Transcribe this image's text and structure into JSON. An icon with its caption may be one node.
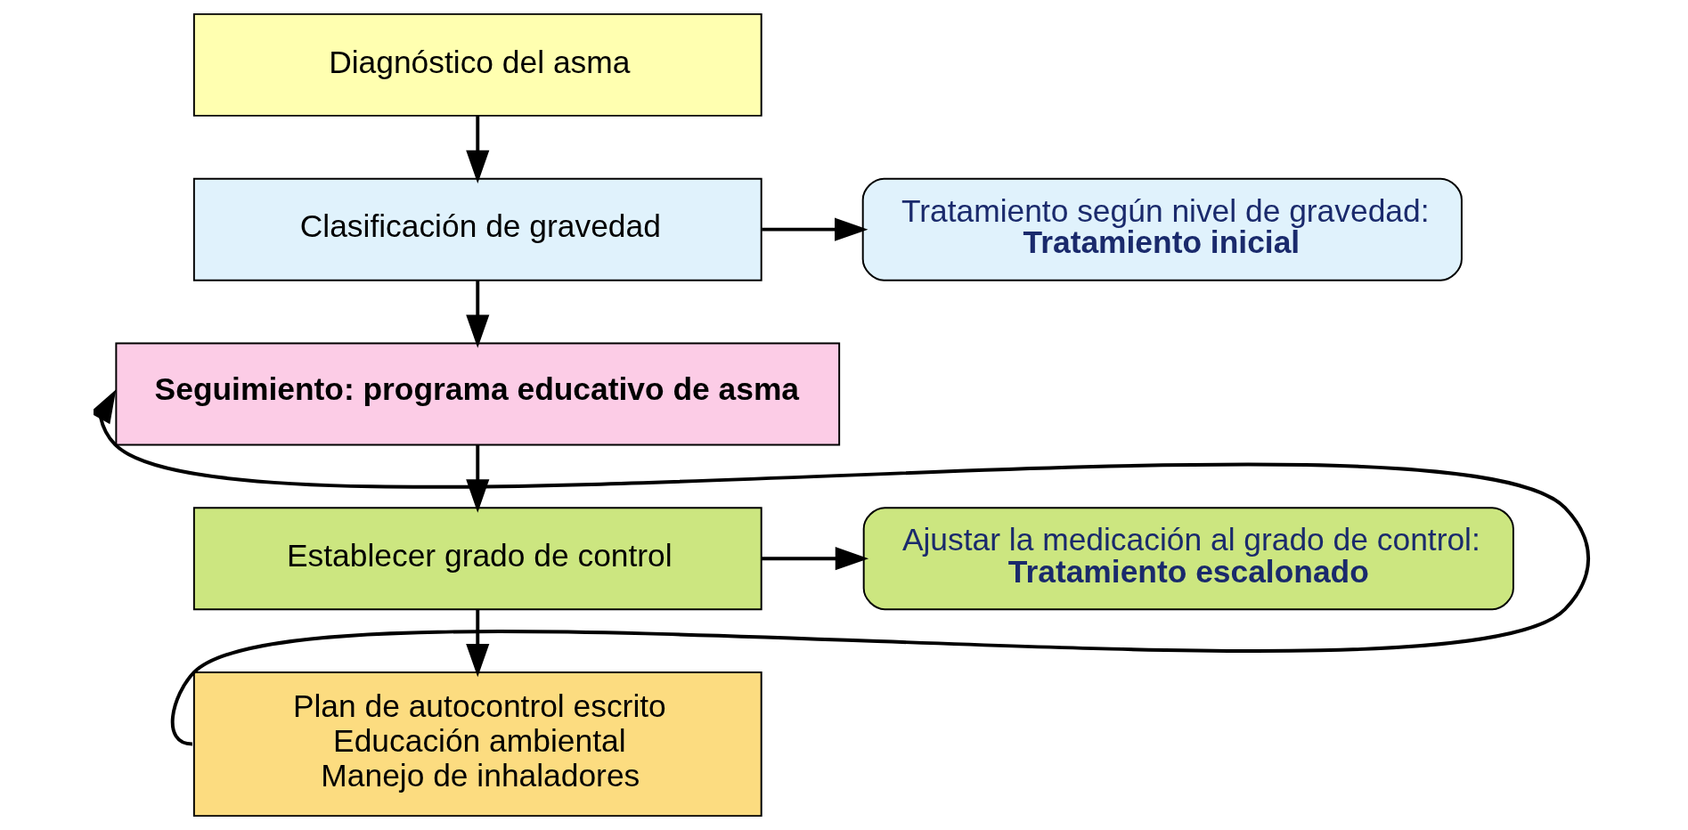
{
  "diagram": {
    "nodes": [
      {
        "text": [
          "Diagnóstico del asma"
        ]
      },
      {
        "text": [
          "Clasificación de gravedad"
        ]
      },
      {
        "text": [
          "Seguimiento: programa educativo de asma"
        ]
      },
      {
        "text": [
          "Establecer grado de control"
        ]
      },
      {
        "text": [
          "Plan de autocontrol escrito",
          "Educación ambiental",
          "Manejo de inhaladores"
        ]
      },
      {
        "text": [
          "Tratamiento según nivel de gravedad:",
          "Tratamiento inicial"
        ]
      },
      {
        "text": [
          "Ajustar la medicación al grado de control:",
          "Tratamiento escalonado"
        ]
      }
    ],
    "edges": [
      {
        "from": 0,
        "to": 1,
        "arrow": "to"
      },
      {
        "from": 1,
        "to": 2,
        "arrow": "to"
      },
      {
        "from": 2,
        "to": 3,
        "arrow": "to"
      },
      {
        "from": 3,
        "to": 4,
        "arrow": "to"
      },
      {
        "from": 1,
        "to": 5,
        "arrow": "to"
      },
      {
        "from": 3,
        "to": 6,
        "arrow": "to"
      },
      {
        "from": 4,
        "to": 2,
        "arrow": "to"
      }
    ]
  }
}
